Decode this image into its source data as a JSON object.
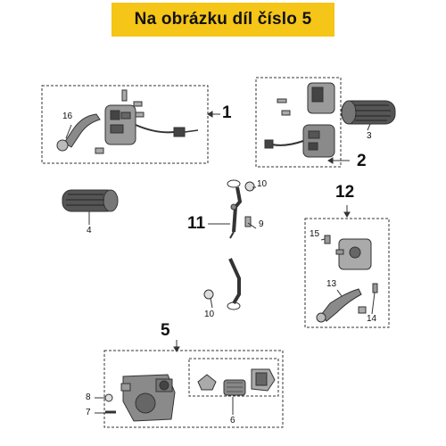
{
  "header": {
    "title": "Na obrázku díl číslo 5"
  },
  "callouts": {
    "c1": "1",
    "c2": "2",
    "c3": "3",
    "c4": "4",
    "c5": "5",
    "c6": "6",
    "c7": "7",
    "c8": "8",
    "c9": "9",
    "c10a": "10",
    "c10b": "10",
    "c11": "11",
    "c12": "12",
    "c13": "13",
    "c14": "14",
    "c15": "15",
    "c16": "16"
  },
  "colors": {
    "banner": "#f5c518",
    "line": "#333333",
    "part_grey": "#8a8a8a",
    "part_dark": "#3a3a3a"
  }
}
